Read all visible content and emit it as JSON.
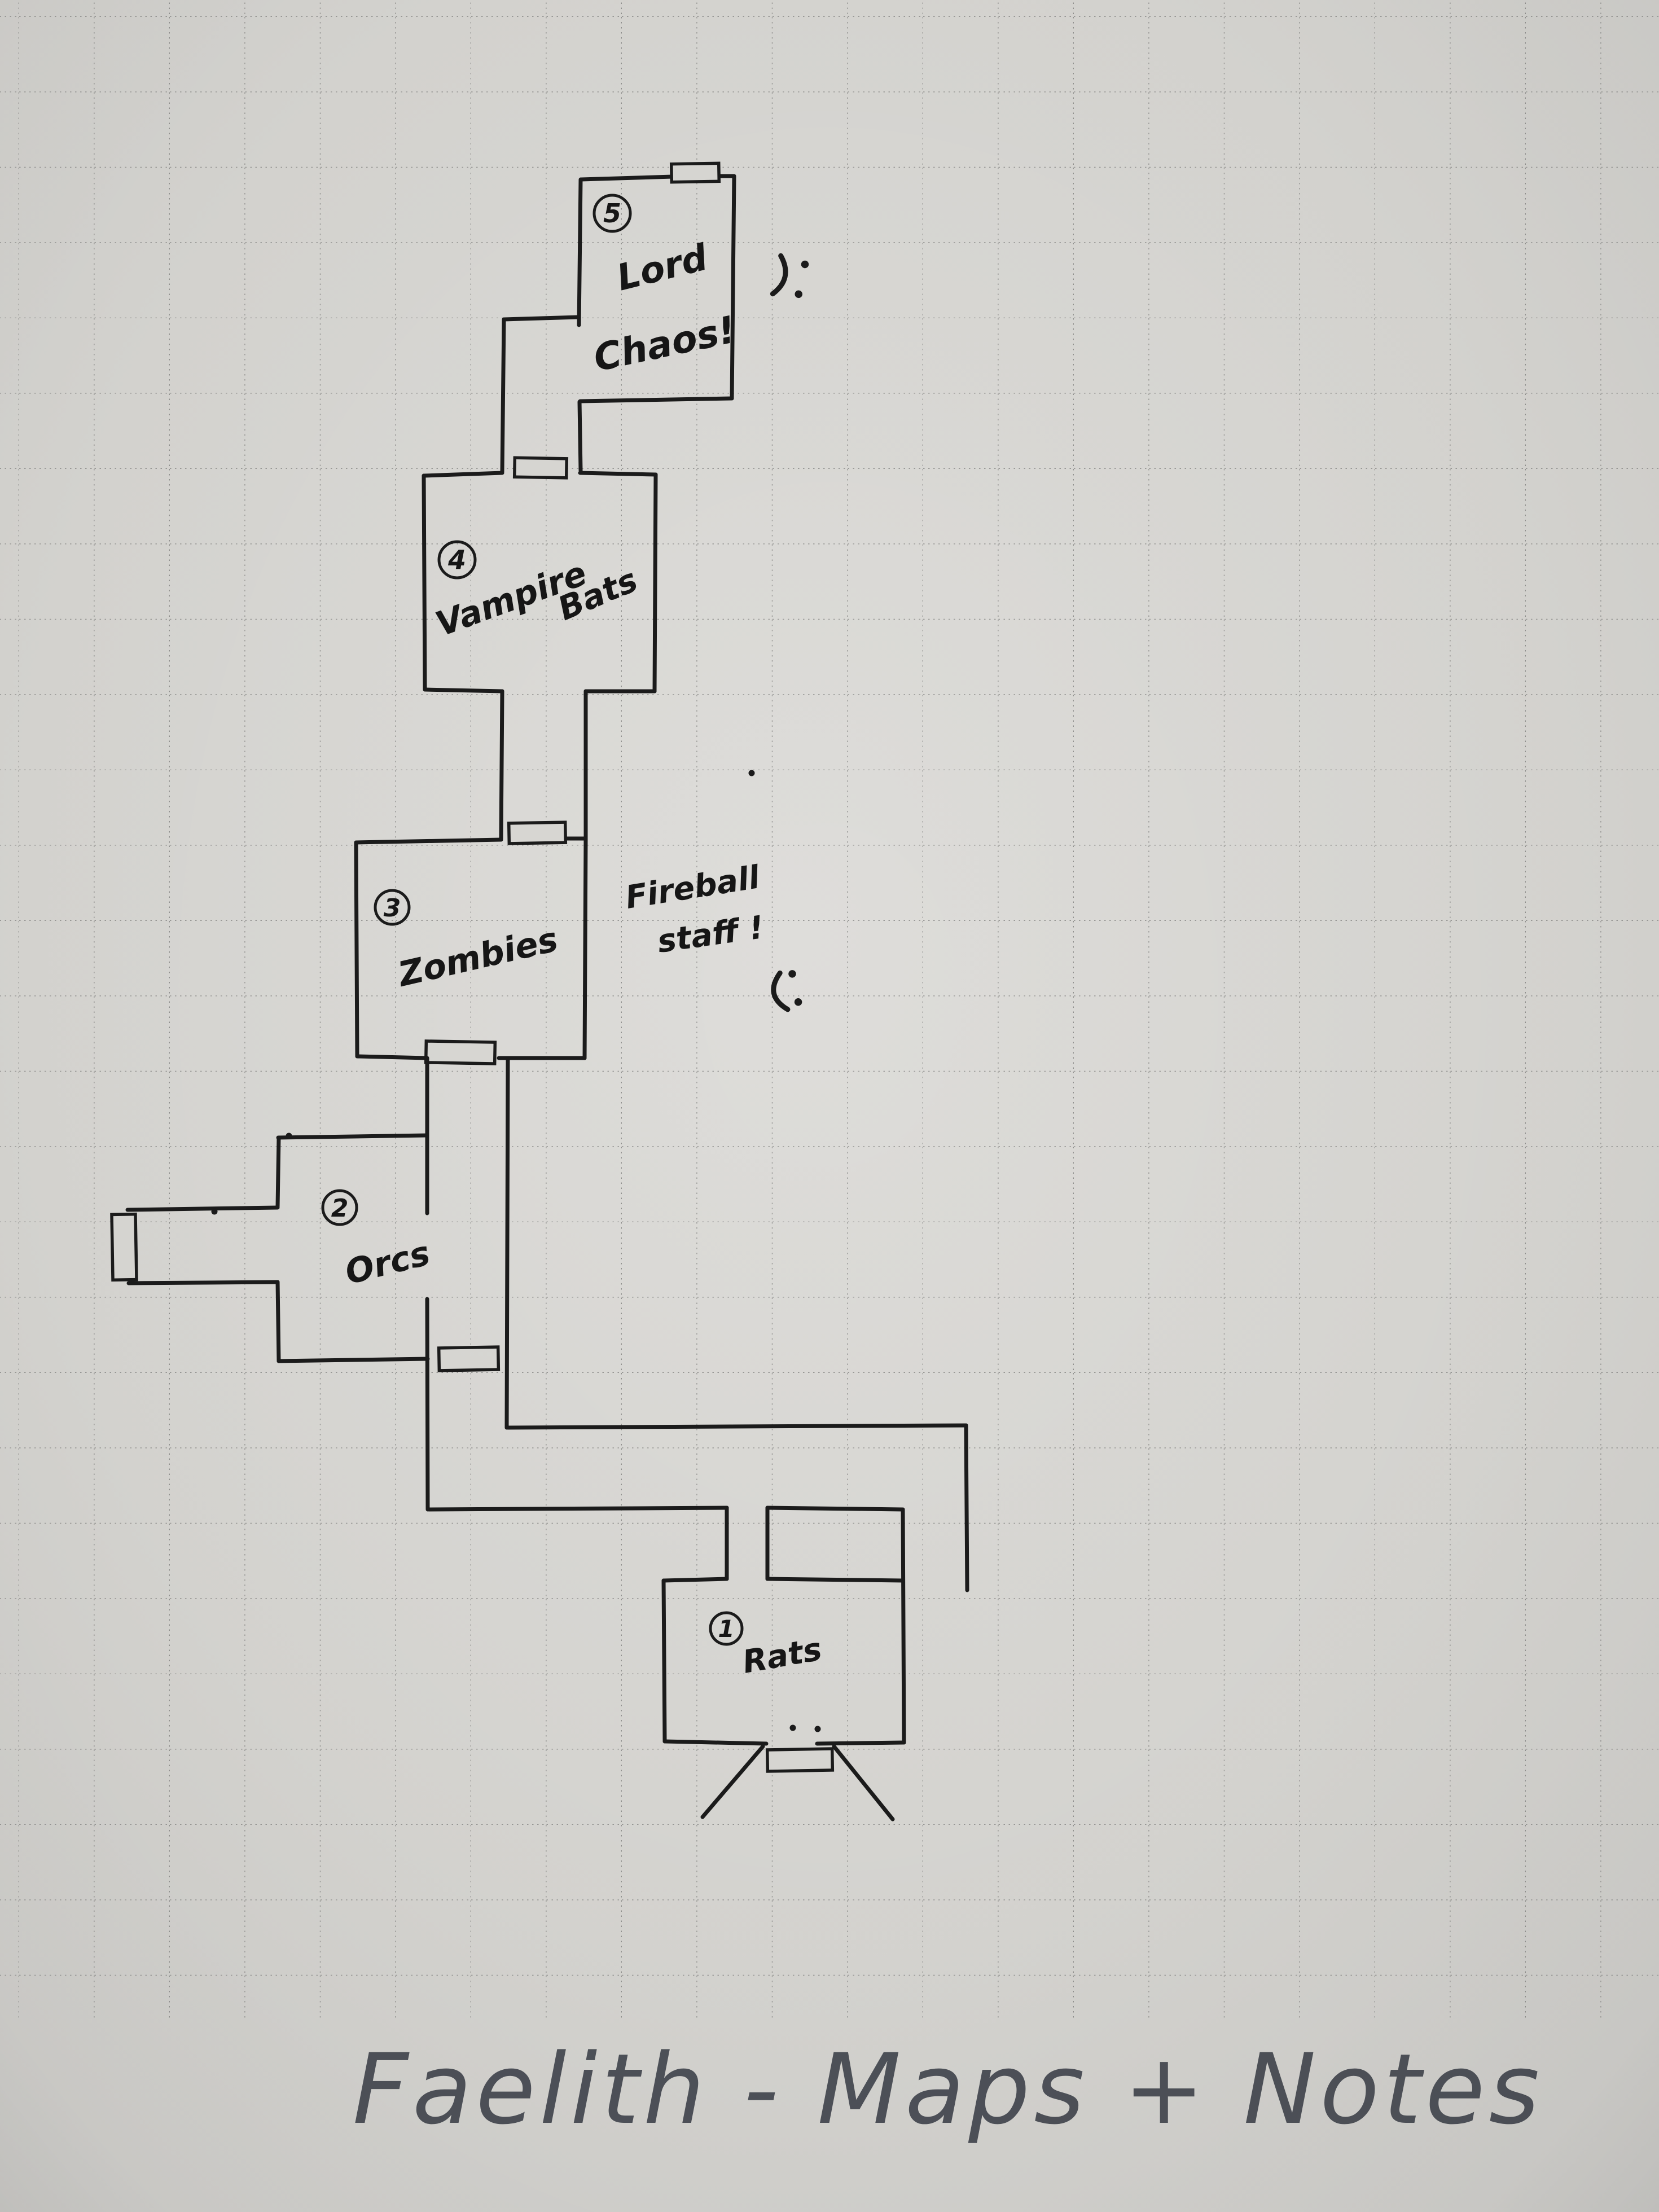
{
  "page": {
    "title": "Faelith - Maps + Notes"
  },
  "palette": {
    "paper": "#d8d7d3",
    "paper_edge": "#c6c5c2",
    "grid": "#8d8d8b",
    "ink": "#1b1b1b",
    "pencil": "#42464e"
  },
  "map": {
    "rooms": [
      {
        "number": "1",
        "name": "Rats"
      },
      {
        "number": "2",
        "name": "Orcs"
      },
      {
        "number": "3",
        "name": "Zombies"
      },
      {
        "number": "4",
        "name": "Vampire",
        "name2": "Bats"
      },
      {
        "number": "5",
        "name": "Lord",
        "name2": "Chaos!"
      }
    ],
    "notes": {
      "fireball_line1": "Fireball",
      "fireball_line2": "staff !"
    },
    "icons": [
      "door-icon",
      "smiley-face-icon",
      "frowny-face-icon",
      "stairs-flare-icon"
    ]
  }
}
